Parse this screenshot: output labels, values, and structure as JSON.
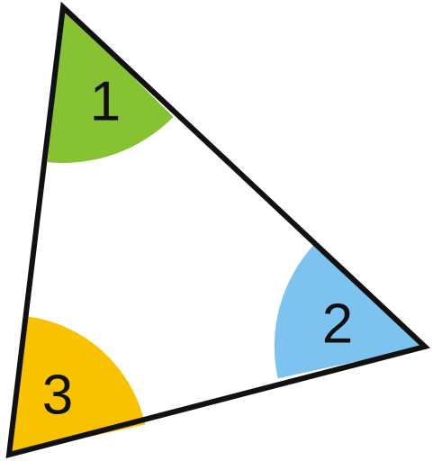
{
  "diagram": {
    "angles": [
      {
        "label": "1",
        "color": "#86c232",
        "vertex": "top"
      },
      {
        "label": "2",
        "color": "#7dc3ef",
        "vertex": "right"
      },
      {
        "label": "3",
        "color": "#f8c200",
        "vertex": "bottom-left"
      }
    ],
    "outline_color": "#111111",
    "background": "#ffffff"
  }
}
